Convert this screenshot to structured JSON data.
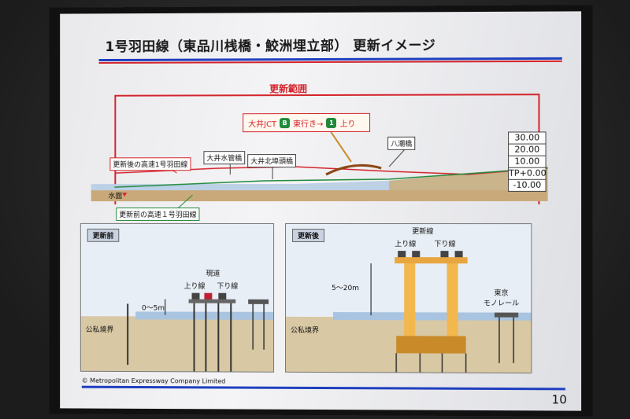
{
  "slide": {
    "title": "1号羽田線（東品川桟橋・鮫洲埋立部） 更新イメージ",
    "range_label": "更新範囲",
    "jct": {
      "prefix": "大井JCT",
      "badge_b": "B",
      "mid": "東行き→",
      "badge_1": "1",
      "suffix": "上り"
    },
    "labels": {
      "new_line": "更新後の高速1号羽田線",
      "old_line": "更新前の高速１号羽田線",
      "pipe_bridge": "大井水管橋",
      "pier_bridge": "大井北埠頭橋",
      "yashio": "八潮橋",
      "water": "水面"
    },
    "elevations": [
      "30.00",
      "20.00",
      "10.00",
      "TP+0.00",
      "-10.00"
    ],
    "before": {
      "tag": "更新前",
      "current_road": "現道",
      "up": "上り線",
      "down": "下り線",
      "clearance": "0～5m",
      "boundary": "公私境界"
    },
    "after": {
      "tag": "更新後",
      "new_line": "更新線",
      "up": "上り線",
      "down": "下り線",
      "height": "5～20m",
      "monorail": "東京\nモノレール",
      "boundary": "公私境界"
    },
    "footer": "© Metropolitan Expressway Company Limited",
    "page": "10"
  },
  "colors": {
    "accent_red": "#d4232b",
    "accent_blue": "#1f3fbf",
    "badge_green": "#1f8a3a"
  }
}
